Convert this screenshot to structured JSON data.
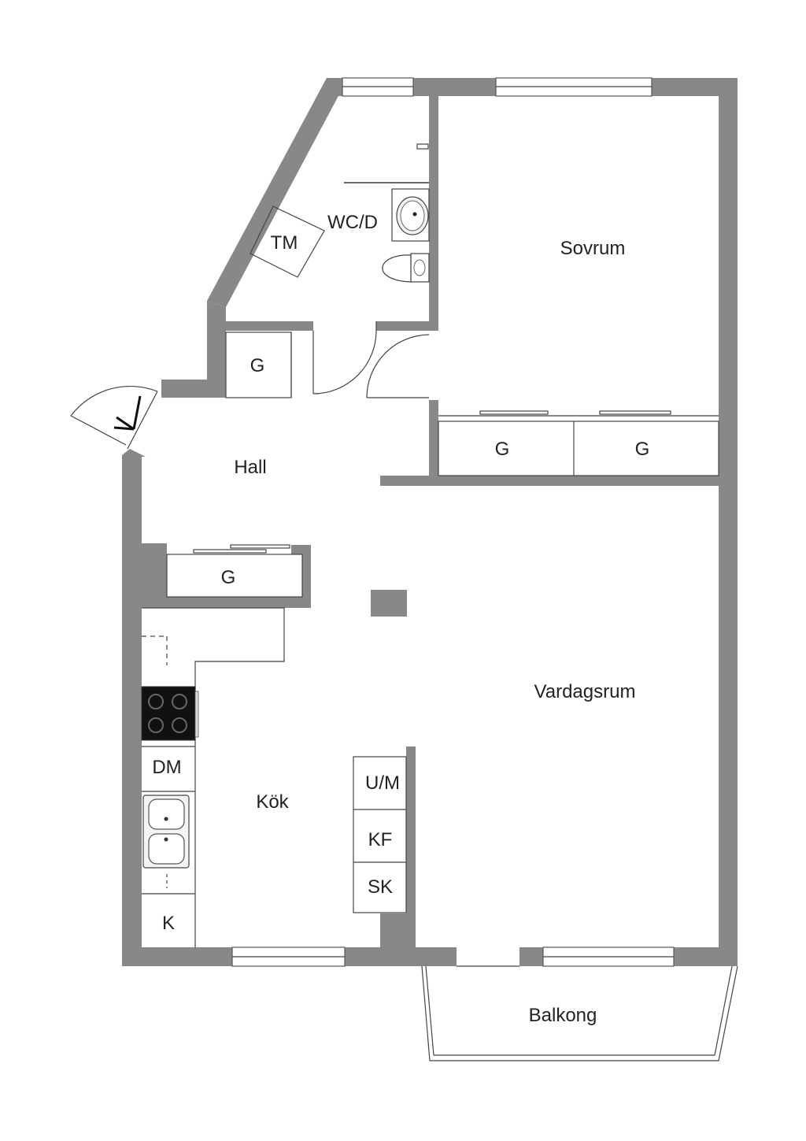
{
  "colors": {
    "wall": "#888888",
    "line": "#444444",
    "background": "#ffffff",
    "stove": "#111111"
  },
  "rooms": {
    "wc": "WC/D",
    "washer": "TM",
    "bedroom": "Sovrum",
    "hall_closet": "G",
    "hall": "Hall",
    "bedroom_closet_1": "G",
    "bedroom_closet_2": "G",
    "hall_closet_2": "G",
    "living_room": "Vardagsrum",
    "kitchen": "Kök",
    "dishwasher": "DM",
    "cabinet": "K",
    "oven_micro": "U/M",
    "fridge_freezer": "KF",
    "pantry": "SK",
    "balcony": "Balkong"
  },
  "icons": {
    "entry_door": "entry-arrow-icon",
    "stove": "stove-icon",
    "sink": "kitchen-sink-icon",
    "washbasin": "washbasin-icon",
    "toilet": "toilet-icon"
  }
}
